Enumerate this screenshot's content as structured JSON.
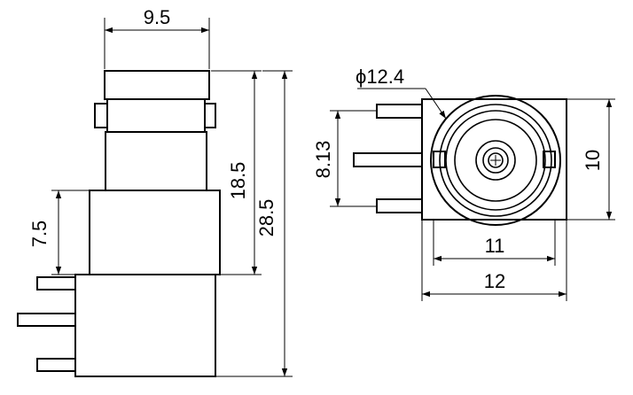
{
  "dimensions": {
    "side_top_width": "9.5",
    "side_lower_height": "7.5",
    "side_upper_height": "18.5",
    "side_total_height": "28.5",
    "front_diameter": "ϕ12.4",
    "front_pin_pitch": "8.13",
    "front_height": "10",
    "front_inner_width": "11",
    "front_outer_width": "12"
  },
  "colors": {
    "line": "#000000",
    "background": "#ffffff"
  }
}
